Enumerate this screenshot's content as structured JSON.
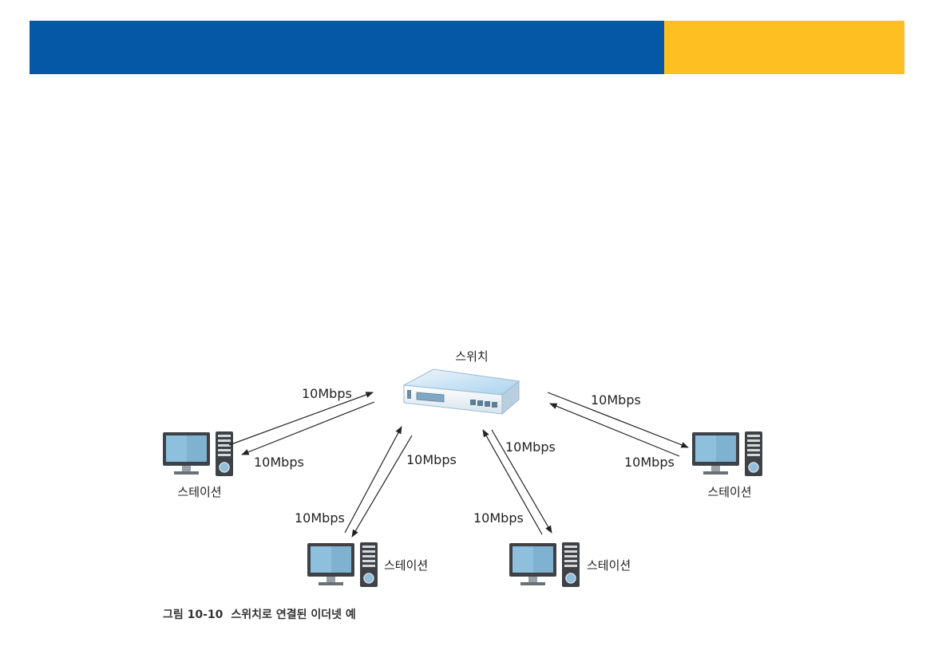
{
  "colors": {
    "banner_blue": "#0558a6",
    "banner_yellow": "#fdbf22"
  },
  "switch": {
    "label": "스위치",
    "icon": "network-switch-icon"
  },
  "stations": [
    {
      "id": "left",
      "label": "스테이션",
      "icon": "desktop-computer-icon"
    },
    {
      "id": "right",
      "label": "스테이션",
      "icon": "desktop-computer-icon"
    },
    {
      "id": "bottom-left",
      "label": "스테이션",
      "icon": "desktop-computer-icon"
    },
    {
      "id": "bottom-right",
      "label": "스테이션",
      "icon": "desktop-computer-icon"
    }
  ],
  "links": {
    "left_up": "10Mbps",
    "left_down": "10Mbps",
    "right_up": "10Mbps",
    "right_down": "10Mbps",
    "bl_up": "10Mbps",
    "bl_down": "10Mbps",
    "br_up": "10Mbps",
    "br_down": "10Mbps"
  },
  "caption": {
    "number": "그림 10-10",
    "text": "스위치로 연결된 이더넷 예"
  }
}
